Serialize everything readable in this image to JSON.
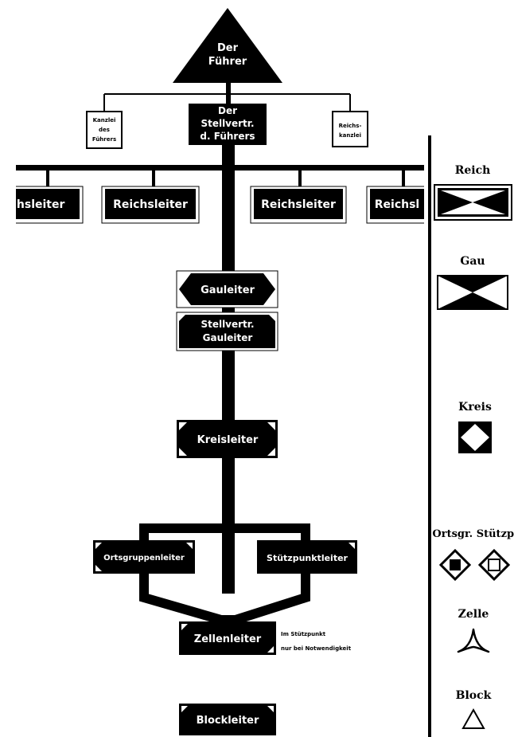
{
  "colors": {
    "ink": "#000000",
    "paper": "#ffffff"
  },
  "chart": {
    "fuehrer": [
      "Der",
      "Führer"
    ],
    "kanzlei_des_fuehrers": [
      "Kanzlei",
      "des",
      "Führers"
    ],
    "stellvertreter": [
      "Der",
      "Stellvertr.",
      "d. Führers"
    ],
    "reichskanzlei": [
      "Reichs-",
      "kanzlei"
    ],
    "reichsleiter_boxes": [
      "chsleiter",
      "Reichsleiter",
      "Reichsleiter",
      "Reichsl"
    ],
    "gauleiter": "Gauleiter",
    "stellv_gauleiter": [
      "Stellvertr.",
      "Gauleiter"
    ],
    "kreisleiter": "Kreisleiter",
    "ortsgruppenleiter": "Ortsgruppenleiter",
    "stuetzpunktleiter": "Stützpunktleiter",
    "zellenleiter": "Zellenleiter",
    "zellen_note": [
      "Im Stützpunkt",
      "nur bei Notwendigkeit"
    ],
    "blockleiter": "Blockleiter"
  },
  "legend": {
    "reich": "Reich",
    "gau": "Gau",
    "kreis": "Kreis",
    "ortsgr_stuetzp": "Ortsgr. Stützp.",
    "zelle": "Zelle",
    "block": "Block"
  }
}
